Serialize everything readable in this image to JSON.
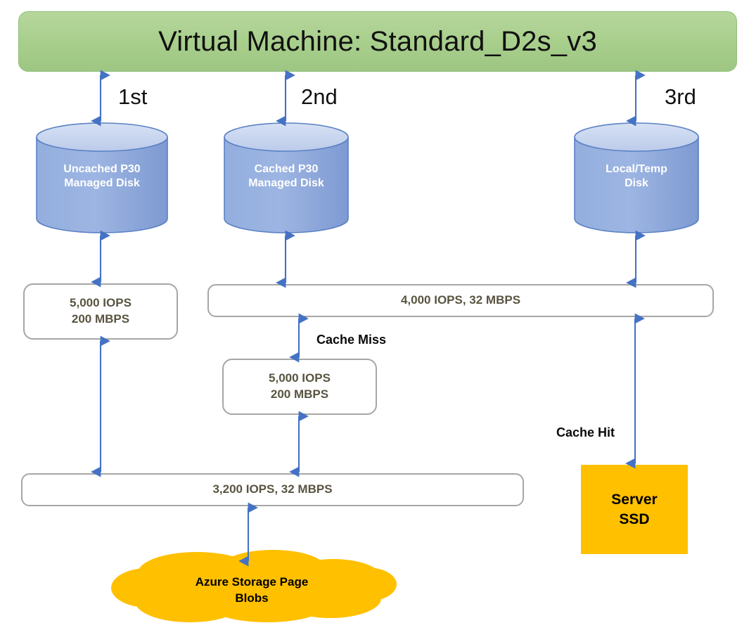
{
  "diagram": {
    "title": "Virtual Machine: Standard_D2s_v3",
    "colors": {
      "vm_green": "#A9D18E",
      "disk_blue": "#8FAADC",
      "arrow_blue": "#4472C4",
      "orange": "#FFC000",
      "box_border_gray": "#A6A6A6",
      "metric_text": "#595441"
    }
  },
  "vm": {
    "label": "Virtual Machine: Standard_D2s_v3"
  },
  "ordinals": [
    {
      "key": "first",
      "label": "1st"
    },
    {
      "key": "second",
      "label": "2nd"
    },
    {
      "key": "third",
      "label": "3rd"
    }
  ],
  "disks": [
    {
      "key": "uncached",
      "line1": "Uncached P30",
      "line2": "Managed Disk"
    },
    {
      "key": "cached",
      "line1": "Cached P30",
      "line2": "Managed Disk"
    },
    {
      "key": "local_temp",
      "line1": "Local/Temp",
      "line2": "Disk"
    }
  ],
  "metrics": {
    "uncached_disk_limit": {
      "line1": "5,000 IOPS",
      "line2": "200 MBPS"
    },
    "vm_cached_limit": {
      "line1": "4,000 IOPS, 32 MBPS"
    },
    "cached_disk_limit": {
      "line1": "5,000 IOPS",
      "line2": "200 MBPS"
    },
    "vm_uncached_limit": {
      "line1": "3,200 IOPS, 32 MBPS"
    }
  },
  "edge_labels": {
    "cache_miss": "Cache Miss",
    "cache_hit": "Cache Hit"
  },
  "server_ssd": {
    "line1": "Server",
    "line2": "SSD"
  },
  "cloud": {
    "line1": "Azure Storage Page",
    "line2": "Blobs"
  }
}
